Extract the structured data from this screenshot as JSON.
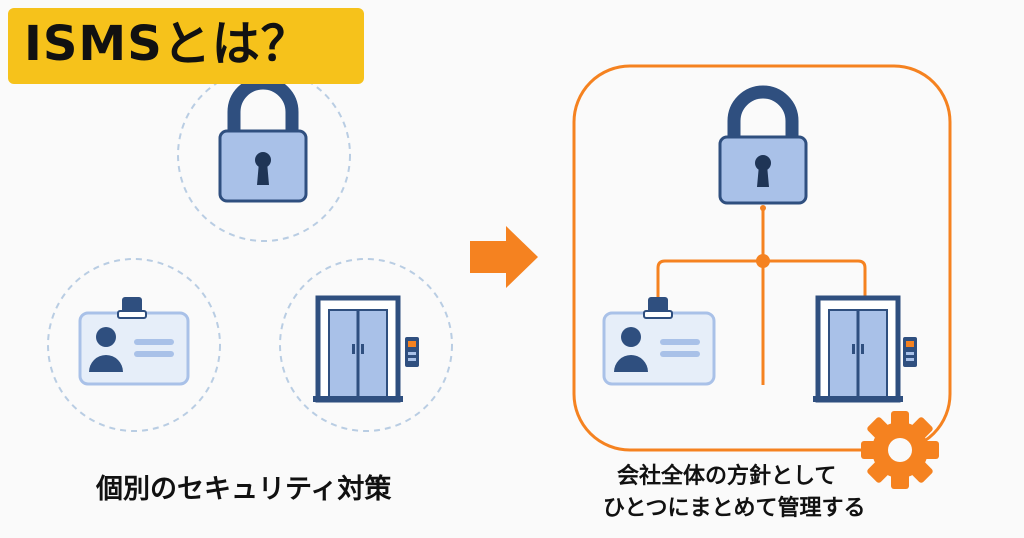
{
  "title": "ISMSとは？",
  "left_caption": "個別のセキュリティ対策",
  "right_caption": {
    "line1": "会社全体の方針として",
    "line2": "ひとつにまとめて管理する"
  },
  "icons": {
    "lock": "padlock-icon",
    "badge": "id-badge-icon",
    "door": "security-door-icon",
    "gear": "gear-icon",
    "arrow": "right-arrow-icon"
  },
  "colors": {
    "title_bg": "#f6c21b",
    "accent": "#f58220",
    "navy": "#2f4f7f",
    "light_blue": "#a9c1e8",
    "dash": "#b9cde3"
  }
}
